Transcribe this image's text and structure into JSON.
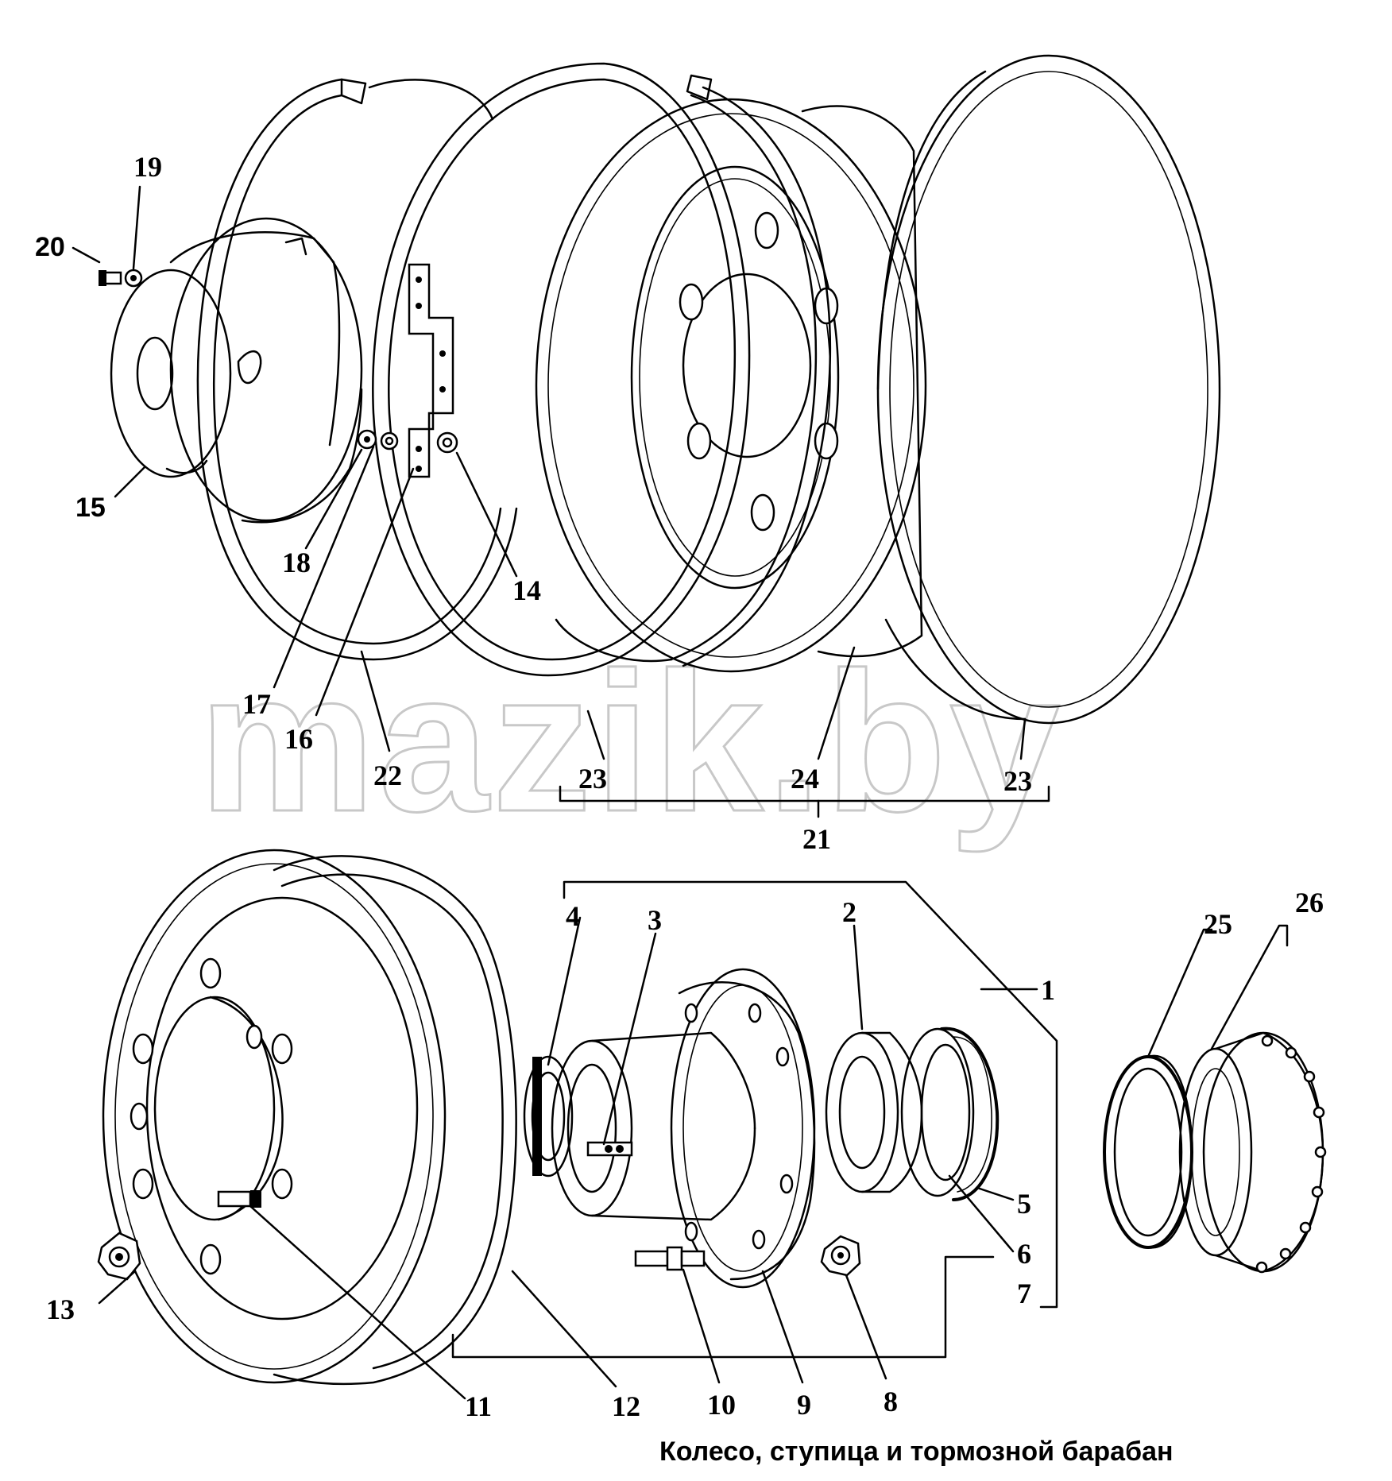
{
  "caption": "Колесо, ступица и тормозной барабан",
  "watermark": "mazik.by",
  "callouts": {
    "c1": "1",
    "c2": "2",
    "c3": "3",
    "c4": "4",
    "c5": "5",
    "c6": "6",
    "c7": "7",
    "c8": "8",
    "c9": "9",
    "c10": "10",
    "c11": "11",
    "c12": "12",
    "c13": "13",
    "c14": "14",
    "c15": "15",
    "c16": "16",
    "c17": "17",
    "c18": "18",
    "c19": "19",
    "c20": "20",
    "c21": "21",
    "c22": "22",
    "c23a": "23",
    "c23b": "23",
    "c24": "24",
    "c25": "25",
    "c26": "26"
  }
}
